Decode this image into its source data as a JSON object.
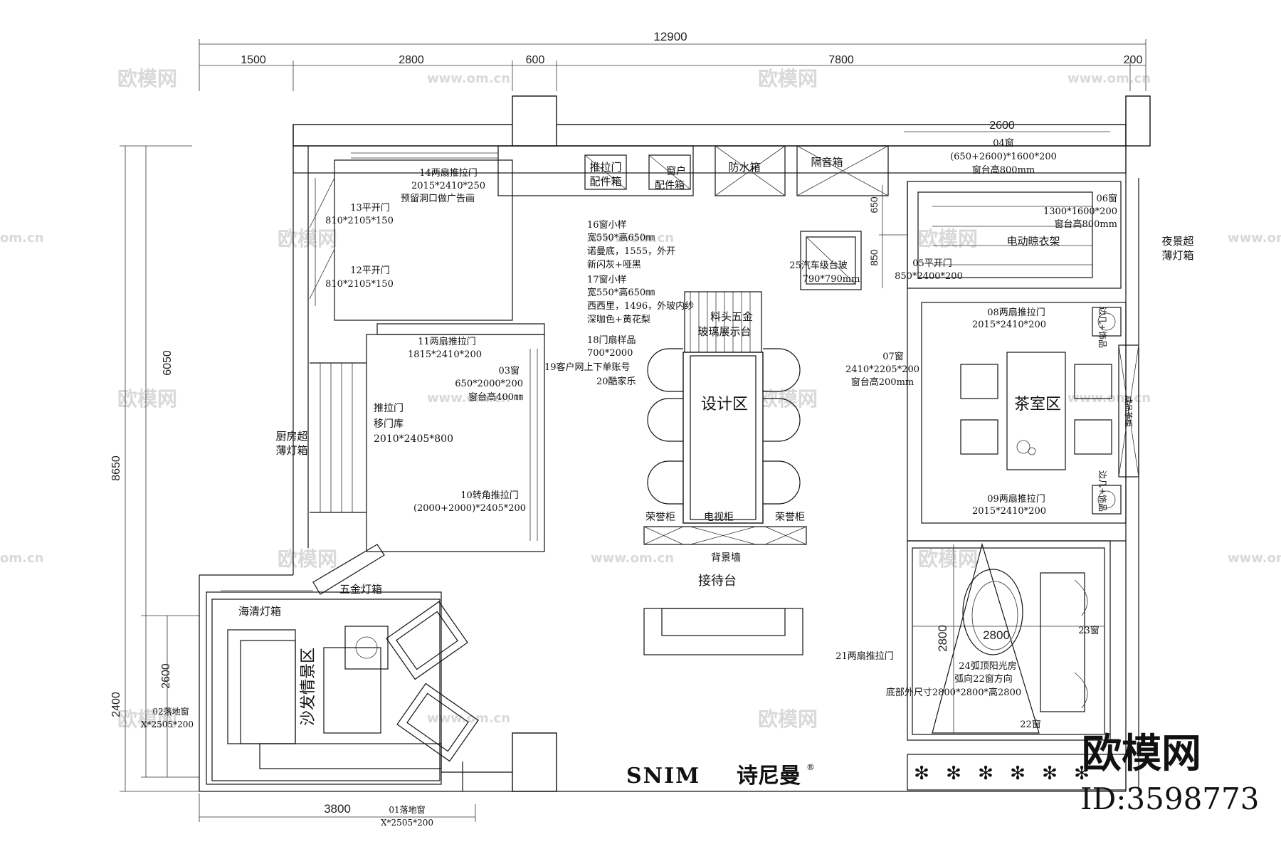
{
  "dimensions": {
    "top_total": "12900",
    "top_segments": [
      "1500",
      "2800",
      "600",
      "7800",
      "200"
    ],
    "left_total": "8650",
    "left_upper": "6050",
    "left_lower_outer": "2400",
    "left_lower_inner": "2600",
    "bottom_left": "3800",
    "window_04_width": "2600",
    "v_650": "650",
    "v_850": "850",
    "sunroom_width": "2800",
    "sunroom_height": "2800"
  },
  "zones": {
    "design": "设计区",
    "tea": "茶室区",
    "sofa": "沙发情景区",
    "reception": "接待台"
  },
  "items": {
    "sliding_parts": [
      "推拉门",
      "配件箱"
    ],
    "window_parts": [
      "窗户",
      "配件箱"
    ],
    "waterproof_box": "防水箱",
    "soundproof_box": "隔音箱",
    "window04": [
      "04窗",
      "(650+2600)*1600*200",
      "窗台高800mm"
    ],
    "window06": [
      "06窗",
      "1300*1600*200",
      "窗台高800mm"
    ],
    "drying_rack": "电动晾衣架",
    "night_lightbox": [
      "夜景超",
      "薄灯箱"
    ],
    "door05": [
      "05平开门",
      "850*2400*200"
    ],
    "glass25": [
      "25汽车级台玻",
      "790*790mm"
    ],
    "door14": [
      "14两扇推拉门",
      "2015*2410*250",
      "预留洞口做广告画"
    ],
    "door13": [
      "13平开门",
      "810*2105*150"
    ],
    "door12": [
      "12平开门",
      "810*2105*150"
    ],
    "window16": [
      "16窗小样",
      "宽550*高650㎜",
      "诺曼底，1555，外开",
      "新闪灰+哑黑"
    ],
    "window17": [
      "17窗小样",
      "宽550*高650㎜",
      "西西里，1496，外玻内纱",
      "深咖色+黄花梨"
    ],
    "door18": [
      "18门扇样品",
      "700*2000"
    ],
    "note19": "19客户网上下单账号",
    "note20": "20酷家乐",
    "display": [
      "料头五金",
      "玻璃展示台"
    ],
    "door11": [
      "11两扇推拉门",
      "1815*2410*200"
    ],
    "window03": [
      "03窗",
      "650*2000*200",
      "窗台高400㎜"
    ],
    "door_garage": [
      "推拉门",
      "移门库",
      "2010*2405*800"
    ],
    "door10": [
      "10转角推拉门",
      "(2000+2000)*2405*200"
    ],
    "kitchen_lightbox": [
      "厨房超",
      "薄灯箱"
    ],
    "window07": [
      "07窗",
      "2410*2205*200",
      "窗台高200mm"
    ],
    "door08": [
      "08两扇推拉门",
      "2015*2410*200"
    ],
    "door09": [
      "09两扇推拉门",
      "2015*2410*200"
    ],
    "side_decor": "边几+饰品",
    "tea_cabinet": "成品茶柜",
    "honor_cabinet": "荣誉柜",
    "tv_cabinet": "电视柜",
    "bg_wall": "背景墙",
    "hardware_lightbox": "五金灯箱",
    "haiqing_lightbox": "海清灯箱",
    "door21": "21两扇推拉门",
    "window23": "23窗",
    "window22": "22窗",
    "sunroom": [
      "24弧顶阳光房",
      "弧向22窗方向",
      "底部外尺寸2800*2800*高2800"
    ],
    "window02": [
      "02落地窗",
      "X*2505*200"
    ],
    "window01": [
      "01落地窗",
      "X*2505*200"
    ]
  },
  "brand": {
    "latin": "SNIM",
    "cn": "诗尼曼",
    "mark": "®"
  },
  "watermark": {
    "text": "欧模网",
    "url": "www.om.cn",
    "site": "om.cn",
    "logo": "欧模网",
    "id": "ID:3598773"
  }
}
